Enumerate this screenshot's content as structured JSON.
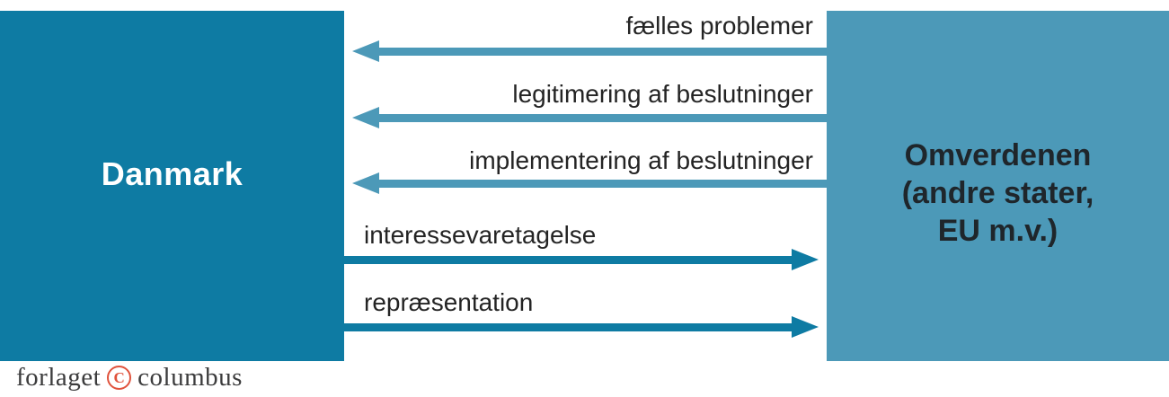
{
  "colors": {
    "dark_teal": "#0e7ba3",
    "light_blue": "#4c99b8",
    "label_text": "#242424",
    "right_box_text": "#1f262b",
    "footer_text": "#3c3c3d",
    "footer_accent": "#e0523c",
    "background": "#ffffff"
  },
  "left_box": {
    "label": "Danmark"
  },
  "right_box": {
    "label": "Omverdenen (andre stater, EU m.v.)",
    "line1": "Omverdenen",
    "line2": "(andre stater,",
    "line3": "EU m.v.)"
  },
  "arrows": [
    {
      "label": "fælles problemer",
      "direction": "left",
      "color": "#4c99b8"
    },
    {
      "label": "legitimering af beslutninger",
      "direction": "left",
      "color": "#4c99b8"
    },
    {
      "label": "implementering af beslutninger",
      "direction": "left",
      "color": "#4c99b8"
    },
    {
      "label": "interessevaretagelse",
      "direction": "right",
      "color": "#0e7ba3"
    },
    {
      "label": "repræsentation",
      "direction": "right",
      "color": "#0e7ba3"
    }
  ],
  "footer": {
    "word1": "forlaget",
    "copyright_letter": "C",
    "word2": "columbus"
  }
}
